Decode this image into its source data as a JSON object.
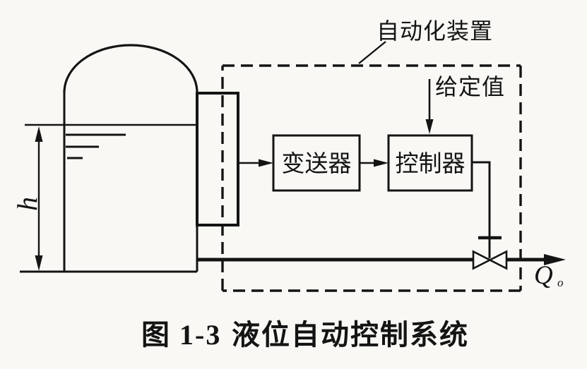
{
  "figure": {
    "caption_number": "图 1-3",
    "caption_title": "液位自动控制系统"
  },
  "labels": {
    "automation_device": "自动化装置",
    "setpoint": "给定值",
    "transmitter": "变送器",
    "controller": "控制器",
    "level_height": "h",
    "outflow_symbol": "Q",
    "outflow_subscript": "o"
  },
  "colors": {
    "ink": "#141414",
    "paper": "#f9f8f4"
  }
}
